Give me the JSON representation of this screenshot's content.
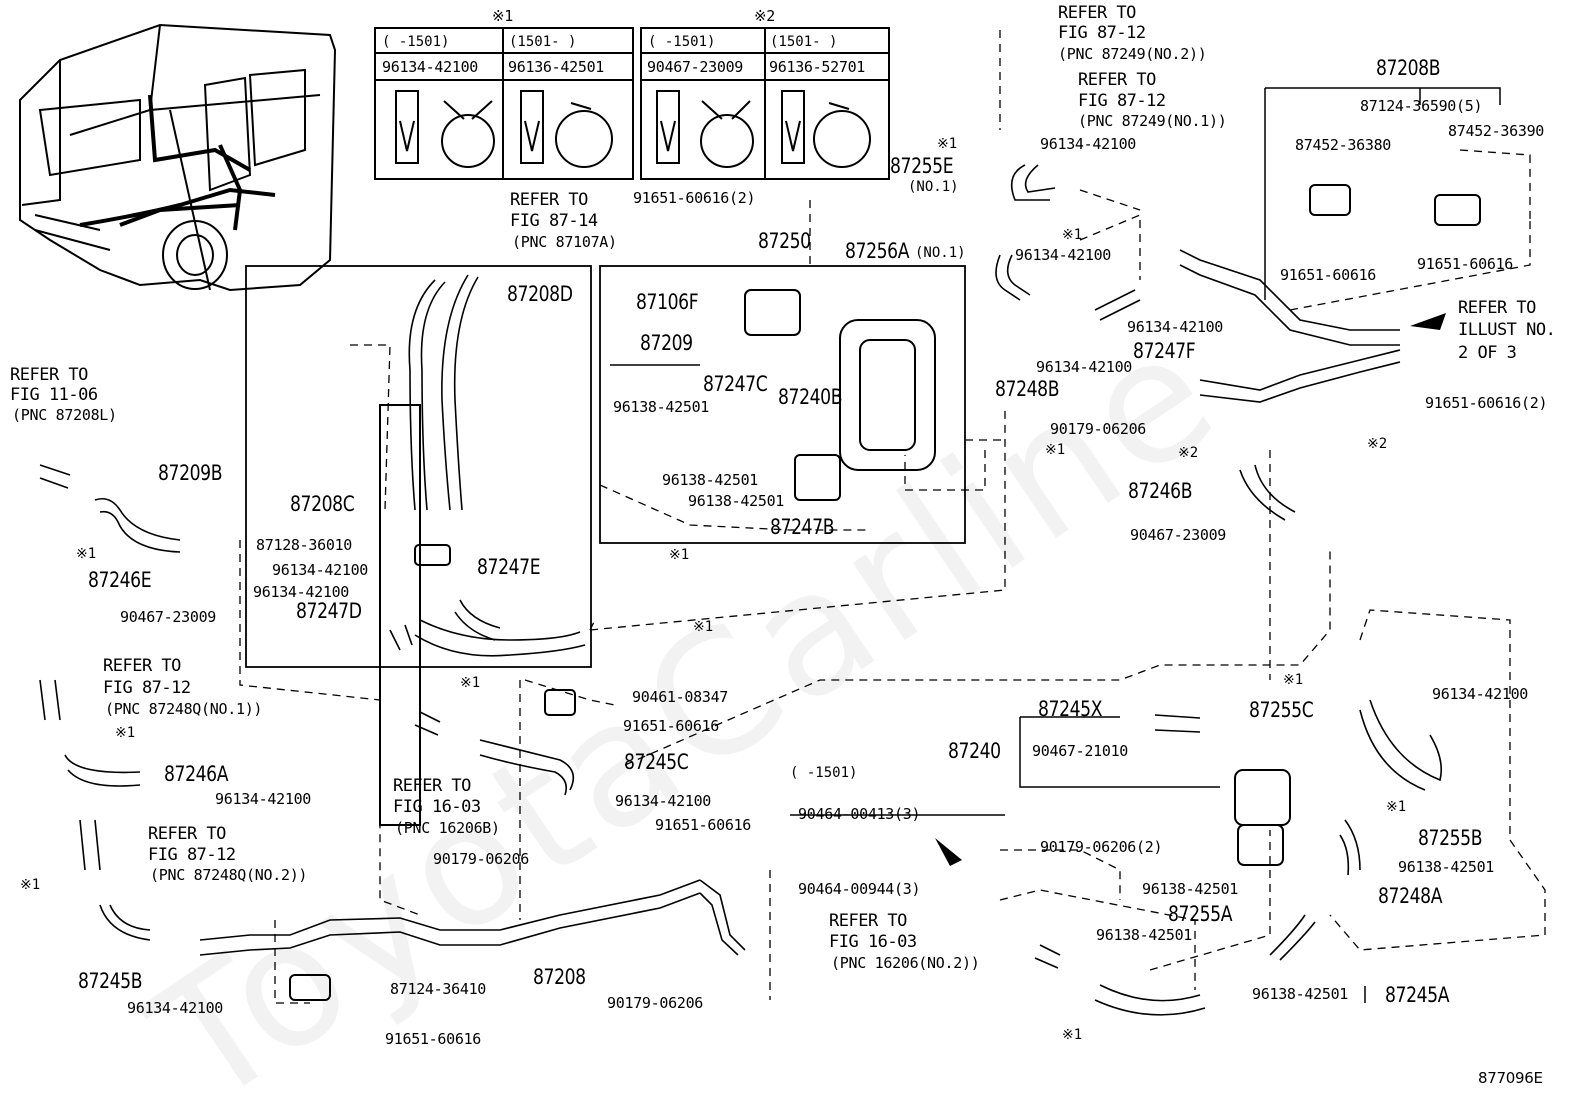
{
  "watermark": "ToyotaCarline",
  "diagram_id": "877096E",
  "note1_mark": "※1",
  "note2_mark": "※2",
  "tables": {
    "t1": {
      "mark": "※1",
      "col1_range": "(     -1501)",
      "col2_range": "(1501-      )",
      "col1_part": "96134-42100",
      "col2_part": "96136-42501"
    },
    "t2": {
      "mark": "※2",
      "col1_range": "(     -1501)",
      "col2_range": "(1501-      )",
      "col1_part": "90467-23009",
      "col2_part": "96136-52701"
    }
  },
  "refers": {
    "r_87_12_no2": {
      "l1": "REFER TO",
      "l2": "FIG 87-12",
      "l3": "(PNC 87249(NO.2))"
    },
    "r_87_12_no1": {
      "l1": "REFER TO",
      "l2": "FIG 87-12",
      "l3": "(PNC 87249(NO.1))"
    },
    "r_87_14": {
      "l1": "REFER TO",
      "l2": "FIG 87-14",
      "l3": "(PNC 87107A)"
    },
    "r_11_06": {
      "l1": "REFER TO",
      "l2": "FIG 11-06",
      "l3": "(PNC 87208L)"
    },
    "r_illust": {
      "l1": "REFER TO",
      "l2": "ILLUST NO.",
      "l3": "2 OF 3"
    },
    "r_87_12_q1": {
      "l1": "REFER TO",
      "l2": "FIG 87-12",
      "l3": "(PNC 87248Q(NO.1))"
    },
    "r_16_03_b": {
      "l1": "REFER TO",
      "l2": "FIG 16-03",
      "l3": "(PNC 16206B)"
    },
    "r_87_12_q2": {
      "l1": "REFER TO",
      "l2": "FIG 87-12",
      "l3": "(PNC 87248Q(NO.2))"
    },
    "r_16_03_no2": {
      "l1": "REFER TO",
      "l2": "FIG 16-03",
      "l3": "(PNC 16206(NO.2))"
    }
  },
  "labels": {
    "p87208B": "87208B",
    "p87124_36590": "87124-36590(5)",
    "p87452_36380": "87452-36380",
    "p87452_36390": "87452-36390",
    "p91651_60616_a": "91651-60616",
    "p91651_60616_b": "91651-60616",
    "p87255E": "87255E",
    "p87255E_no": "(NO.1)",
    "p96134_42100_a": "96134-42100",
    "p96134_42100_b": "96134-42100",
    "p96134_42100_c": "96134-42100",
    "p96134_42100_d": "96134-42100",
    "p91651_60616_2a": "91651-60616(2)",
    "p87250": "87250",
    "p87256A": "87256A",
    "p87256A_no": "(NO.1)",
    "p87208D": "87208D",
    "p87106F": "87106F",
    "p87209": "87209",
    "p87247C": "87247C",
    "p96138_42501_a": "96138-42501",
    "p87240B": "87240B",
    "p96138_42501_b": "96138-42501",
    "p96138_42501_c": "96138-42501",
    "p87247B": "87247B",
    "p87247F": "87247F",
    "p87248B": "87248B",
    "p91651_60616_2b": "91651-60616(2)",
    "p90179_06206_a": "90179-06206",
    "p87246B": "87246B",
    "p90467_23009_a": "90467-23009",
    "p87209B": "87209B",
    "p87208C": "87208C",
    "p87128_36010": "87128-36010",
    "p96134_42100_e": "96134-42100",
    "p96134_42100_f": "96134-42100",
    "p87247D": "87247D",
    "p87247E": "87247E",
    "p87246E": "87246E",
    "p90467_23009_b": "90467-23009",
    "p90461_08347": "90461-08347",
    "p91651_60616_c": "91651-60616",
    "p87245C": "87245C",
    "p96134_42100_g": "96134-42100",
    "p91651_60616_d": "91651-60616",
    "p90179_06206_b": "90179-06206",
    "p87246A": "87246A",
    "p96134_42100_h": "96134-42100",
    "p87245B": "87245B",
    "p96134_42100_i": "96134-42100",
    "p87208": "87208",
    "p87124_36410": "87124-36410",
    "p91651_60616_e": "91651-60616",
    "p90179_06206_c": "90179-06206",
    "p87245X": "87245X",
    "p87240": "87240",
    "p90467_21010": "90467-21010",
    "range_1501": "(     -1501)",
    "p90464_00413": "90464-00413(3)",
    "p90464_00944": "90464-00944(3)",
    "p90179_06206_2": "90179-06206(2)",
    "p87255C": "87255C",
    "p96134_42100_j": "96134-42100",
    "p87255B": "87255B",
    "p96138_42501_d": "96138-42501",
    "p96138_42501_e": "96138-42501",
    "p87248A": "87248A",
    "p87255A": "87255A",
    "p96138_42501_f": "96138-42501",
    "p96138_42501_g": "96138-42501",
    "p87245A": "87245A"
  }
}
